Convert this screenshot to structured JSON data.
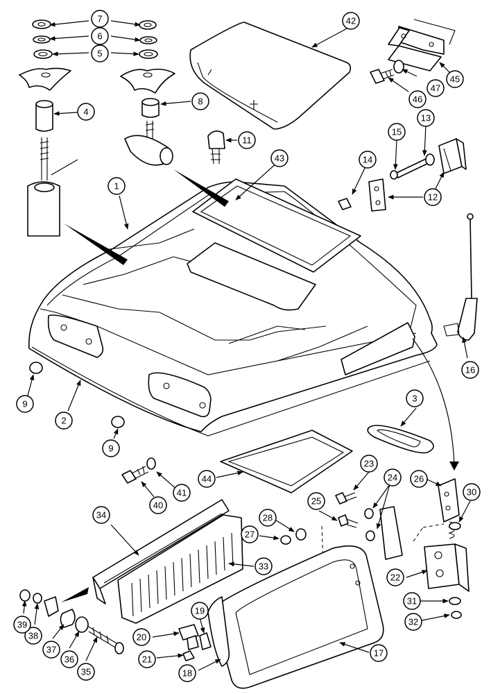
{
  "diagram": {
    "callouts": [
      "1",
      "2",
      "3",
      "4",
      "5",
      "6",
      "7",
      "8",
      "9",
      "9",
      "11",
      "12",
      "13",
      "14",
      "15",
      "16",
      "17",
      "18",
      "19",
      "20",
      "21",
      "22",
      "23",
      "24",
      "25",
      "26",
      "27",
      "28",
      "30",
      "31",
      "32",
      "33",
      "34",
      "35",
      "36",
      "37",
      "38",
      "39",
      "40",
      "41",
      "42",
      "43",
      "44",
      "45",
      "46",
      "47"
    ]
  }
}
